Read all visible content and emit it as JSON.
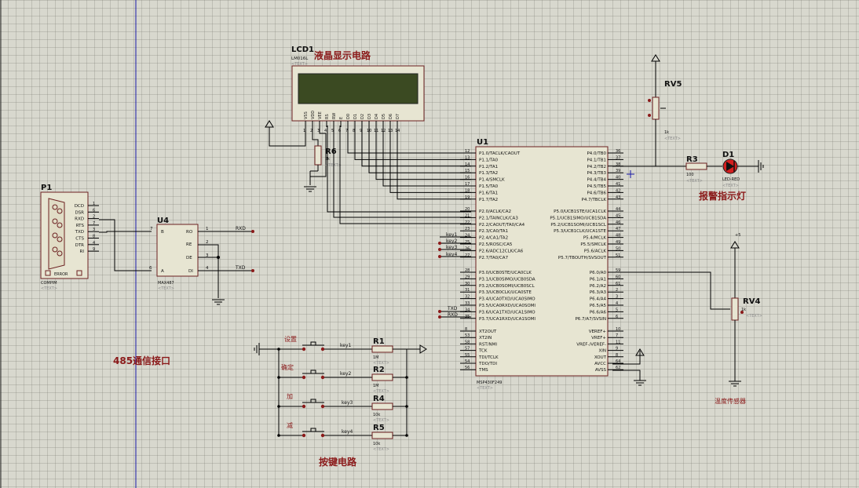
{
  "labels": {
    "lcd_circuit": "液晶显示电路",
    "alarm_light": "报警指示灯",
    "comm_interface": "485通信接口",
    "key_circuit": "按键电路",
    "temp_sensor": "温度传感器"
  },
  "components": {
    "lcd": {
      "ref": "LCD1",
      "part": "LM016L",
      "text": "<TEXT>"
    },
    "u1": {
      "ref": "U1",
      "part": "MSP430F249",
      "text": "<TEXT>"
    },
    "u4": {
      "ref": "U4",
      "part": "MAX487",
      "text": "<TEXT>"
    },
    "p1": {
      "ref": "P1",
      "part": "COMPIM",
      "text": "<TEXT>",
      "error": "ERROR"
    },
    "rv5": {
      "ref": "RV5",
      "value": "1k",
      "text": "<TEXT>"
    },
    "rv4": {
      "ref": "RV4",
      "value": "1k",
      "text": "<TEXT>",
      "supply": "+5"
    },
    "r3": {
      "ref": "R3",
      "value": "100",
      "text": "<TEXT>"
    },
    "d1": {
      "ref": "D1",
      "part": "LED-RED",
      "text": "<TEXT>"
    },
    "r6": {
      "ref": "R6",
      "value": "2k",
      "text": "<TEXT>"
    },
    "r1": {
      "ref": "R1",
      "value": "1M",
      "text": "<TEXT>"
    },
    "r2": {
      "ref": "R2",
      "value": "1M",
      "text": "<TEXT>"
    },
    "r4": {
      "ref": "R4",
      "value": "10k",
      "text": "<TEXT>"
    },
    "r5": {
      "ref": "R5",
      "value": "10k",
      "text": "<TEXT>"
    }
  },
  "buttons": [
    {
      "label": "设置",
      "net": "key1"
    },
    {
      "label": "确定",
      "net": "key2"
    },
    {
      "label": "加",
      "net": "key3"
    },
    {
      "label": "减",
      "net": "key4"
    }
  ],
  "nets": {
    "rxd": "RXD",
    "txd": "TXD",
    "key1": "key1",
    "key2": "key2",
    "key3": "key3",
    "key4": "key4"
  },
  "lcd_pins": [
    "VSS",
    "VDD",
    "VEE",
    "RS",
    "RW",
    "E",
    "D0",
    "D1",
    "D2",
    "D3",
    "D4",
    "D5",
    "D6",
    "D7"
  ],
  "lcd_pin_numbers": [
    "1",
    "2",
    "3",
    "4",
    "5",
    "6",
    "7",
    "8",
    "9",
    "10",
    "11",
    "12",
    "13",
    "14"
  ],
  "u1_left_pins": [
    {
      "n": "12",
      "name": "P1.0/TACLK/CAOUT"
    },
    {
      "n": "13",
      "name": "P1.1/TA0"
    },
    {
      "n": "14",
      "name": "P1.2/TA1"
    },
    {
      "n": "15",
      "name": "P1.3/TA2"
    },
    {
      "n": "16",
      "name": "P1.4/SMCLK"
    },
    {
      "n": "17",
      "name": "P1.5/TA0"
    },
    {
      "n": "18",
      "name": "P1.6/TA1"
    },
    {
      "n": "19",
      "name": "P1.7/TA2"
    },
    {
      "n": "20",
      "name": "P2.0/ACLK/CA2"
    },
    {
      "n": "21",
      "name": "P2.1/TAINCLK/CA3"
    },
    {
      "n": "22",
      "name": "P2.2/CAOUT/TA0/CA4"
    },
    {
      "n": "23",
      "name": "P2.3/CA0/TA1"
    },
    {
      "n": "24",
      "name": "P2.4/CA1/TA2"
    },
    {
      "n": "25",
      "name": "P2.5/ROSC/CA5"
    },
    {
      "n": "26",
      "name": "P2.6/ADC12CLK/CA6"
    },
    {
      "n": "27",
      "name": "P2.7/TA0/CA7"
    },
    {
      "n": "28",
      "name": "P3.0/UCB0STE/UCA0CLK"
    },
    {
      "n": "29",
      "name": "P3.1/UCB0SIMO/UCB0SDA"
    },
    {
      "n": "30",
      "name": "P3.2/UCB0SOMI/UCB0SCL"
    },
    {
      "n": "31",
      "name": "P3.3/UCB0CLK/UCA0STE"
    },
    {
      "n": "32",
      "name": "P3.4/UCA0TXD/UCA0SIMO"
    },
    {
      "n": "33",
      "name": "P3.5/UCA0RXD/UCA0SOMI"
    },
    {
      "n": "34",
      "name": "P3.6/UCA1TXD/UCA1SIMO"
    },
    {
      "n": "35",
      "name": "P3.7/UCA1RXD/UCA1SOMI"
    },
    {
      "n": "8",
      "name": "XT2OUT"
    },
    {
      "n": "53",
      "name": "XT2IN"
    },
    {
      "n": "58",
      "name": "RST/NMI"
    },
    {
      "n": "57",
      "name": "TCK"
    },
    {
      "n": "55",
      "name": "TDI/TCLK"
    },
    {
      "n": "54",
      "name": "TDO/TDI"
    },
    {
      "n": "56",
      "name": "TMS"
    }
  ],
  "u1_right_pins": [
    {
      "n": "36",
      "name": "P4.0/TB0"
    },
    {
      "n": "37",
      "name": "P4.1/TB1"
    },
    {
      "n": "38",
      "name": "P4.2/TB2"
    },
    {
      "n": "39",
      "name": "P4.3/TB3"
    },
    {
      "n": "40",
      "name": "P4.4/TB4"
    },
    {
      "n": "41",
      "name": "P4.5/TB5"
    },
    {
      "n": "42",
      "name": "P4.6/TB6"
    },
    {
      "n": "43",
      "name": "P4.7/TBCLK"
    },
    {
      "n": "44",
      "name": "P5.0/UCB1STE/UCA1CLK"
    },
    {
      "n": "45",
      "name": "P5.1/UCB1SIMO/UCB1SDA"
    },
    {
      "n": "46",
      "name": "P5.2/UCB1SOMI/UCB1SCL"
    },
    {
      "n": "47",
      "name": "P5.3/UCB1CLK/UCA1STE"
    },
    {
      "n": "48",
      "name": "P5.4/MCLK"
    },
    {
      "n": "49",
      "name": "P5.5/SMCLK"
    },
    {
      "n": "50",
      "name": "P5.6/ACLK"
    },
    {
      "n": "51",
      "name": "P5.7/TBOUTH/SVSOUT"
    },
    {
      "n": "59",
      "name": "P6.0/A0"
    },
    {
      "n": "60",
      "name": "P6.1/A1"
    },
    {
      "n": "61",
      "name": "P6.2/A2"
    },
    {
      "n": "2",
      "name": "P6.3/A3"
    },
    {
      "n": "3",
      "name": "P6.4/A4"
    },
    {
      "n": "4",
      "name": "P6.5/A5"
    },
    {
      "n": "5",
      "name": "P6.6/A6"
    },
    {
      "n": "6",
      "name": "P6.7/A7/SVSIN"
    },
    {
      "n": "10",
      "name": "VEREF+"
    },
    {
      "n": "7",
      "name": "VREF+"
    },
    {
      "n": "11",
      "name": "VREF-/VEREF-"
    },
    {
      "n": "9",
      "name": "XIN"
    },
    {
      "n": "8",
      "name": "XOUT"
    },
    {
      "n": "64",
      "name": "AVCC"
    },
    {
      "n": "62",
      "name": "AVSS"
    }
  ],
  "p1_pins": [
    {
      "n": "1",
      "name": "DCD"
    },
    {
      "n": "6",
      "name": "DSR"
    },
    {
      "n": "2",
      "name": "RXD"
    },
    {
      "n": "7",
      "name": "RTS"
    },
    {
      "n": "3",
      "name": "TXD"
    },
    {
      "n": "8",
      "name": "CTS"
    },
    {
      "n": "4",
      "name": "DTR"
    },
    {
      "n": "9",
      "name": "RI"
    }
  ],
  "u4_pins": {
    "B": {
      "n": "7",
      "name": "B"
    },
    "A": {
      "n": "6",
      "name": "A"
    },
    "RO": {
      "n": "1",
      "name": "RO"
    },
    "RE": {
      "n": "2",
      "name": "RE"
    },
    "DE": {
      "n": "3",
      "name": "DE"
    },
    "DI": {
      "n": "4",
      "name": "DI"
    }
  }
}
